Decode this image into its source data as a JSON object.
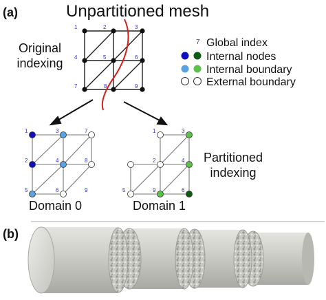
{
  "panel_a": {
    "label": "(a)",
    "title": "Unpartitioned mesh",
    "original_indexing": [
      "Original",
      "indexing"
    ],
    "partitioned_indexing": [
      "Partitioned",
      "indexing"
    ],
    "unpartitioned_indices": [
      "1",
      "2",
      "3",
      "4",
      "5",
      "6",
      "7",
      "8",
      "9"
    ],
    "domain0": {
      "label": "Domain 0",
      "indices": [
        "1",
        "3",
        "7",
        "2",
        "4",
        "8",
        "5",
        "6",
        "9"
      ]
    },
    "domain1": {
      "label": "Domain 1",
      "indices": [
        "1",
        "3",
        "2",
        "4",
        "5",
        "9",
        "6"
      ]
    },
    "legend": {
      "global_index_sample": "7",
      "global_index": "Global index",
      "internal_nodes": "Internal nodes",
      "internal_boundary": "Internal boundary",
      "external_boundary": "External boundary"
    },
    "colors": {
      "domain0_internal": "#1010c0",
      "domain0_boundary": "#5aa2e0",
      "domain1_internal": "#0d5a12",
      "domain1_boundary": "#5cc14a",
      "external": "#ffffff",
      "partition_line": "#d81b1b",
      "index_text": "#3030c8"
    }
  },
  "panel_b": {
    "label": "(b)"
  }
}
